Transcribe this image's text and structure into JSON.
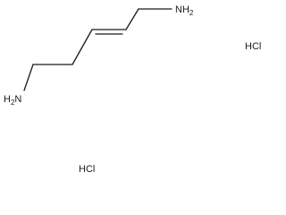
{
  "molecule": {
    "amine_top": {
      "element": "NH",
      "subscript": "2"
    },
    "amine_left": {
      "element": "H",
      "subscript": "2",
      "suffix": "N"
    }
  },
  "salts": {
    "hcl_right": "HCl",
    "hcl_bottom": "HCl"
  }
}
